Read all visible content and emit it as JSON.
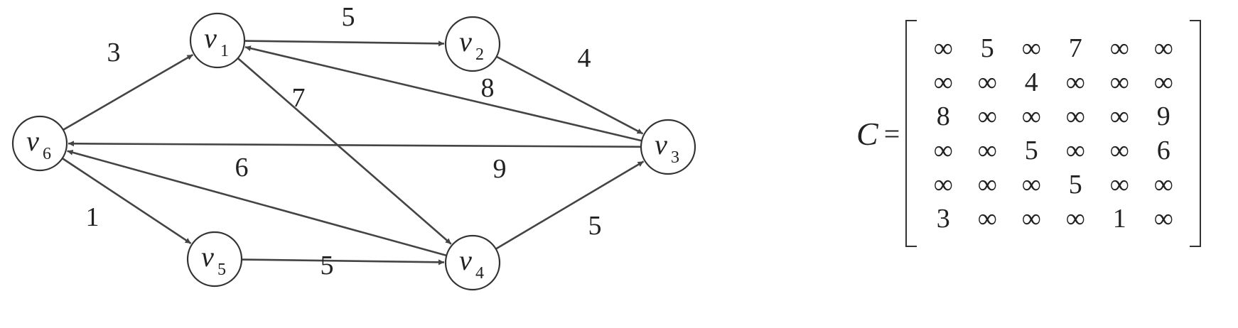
{
  "vertices": [
    {
      "id": "v1",
      "letter": "v",
      "sub": "1"
    },
    {
      "id": "v2",
      "letter": "v",
      "sub": "2"
    },
    {
      "id": "v3",
      "letter": "v",
      "sub": "3"
    },
    {
      "id": "v4",
      "letter": "v",
      "sub": "4"
    },
    {
      "id": "v5",
      "letter": "v",
      "sub": "5"
    },
    {
      "id": "v6",
      "letter": "v",
      "sub": "6"
    }
  ],
  "edges": [
    {
      "from": "v6",
      "to": "v1",
      "weight": "3"
    },
    {
      "from": "v1",
      "to": "v2",
      "weight": "5"
    },
    {
      "from": "v2",
      "to": "v3",
      "weight": "4"
    },
    {
      "from": "v3",
      "to": "v1",
      "weight": "8"
    },
    {
      "from": "v1",
      "to": "v4",
      "weight": "7"
    },
    {
      "from": "v3",
      "to": "v6",
      "weight": "9"
    },
    {
      "from": "v4",
      "to": "v6",
      "weight": "6"
    },
    {
      "from": "v6",
      "to": "v5",
      "weight": "1"
    },
    {
      "from": "v5",
      "to": "v4",
      "weight": "5"
    },
    {
      "from": "v4",
      "to": "v3",
      "weight": "5"
    }
  ],
  "matrix": {
    "name": "C",
    "equals": "=",
    "rows": [
      [
        "∞",
        "5",
        "∞",
        "7",
        "∞",
        "∞"
      ],
      [
        "∞",
        "∞",
        "4",
        "∞",
        "∞",
        "∞"
      ],
      [
        "8",
        "∞",
        "∞",
        "∞",
        "∞",
        "9"
      ],
      [
        "∞",
        "∞",
        "5",
        "∞",
        "∞",
        "6"
      ],
      [
        "∞",
        "∞",
        "∞",
        "5",
        "∞",
        "∞"
      ],
      [
        "3",
        "∞",
        "∞",
        "∞",
        "1",
        "∞"
      ]
    ]
  }
}
